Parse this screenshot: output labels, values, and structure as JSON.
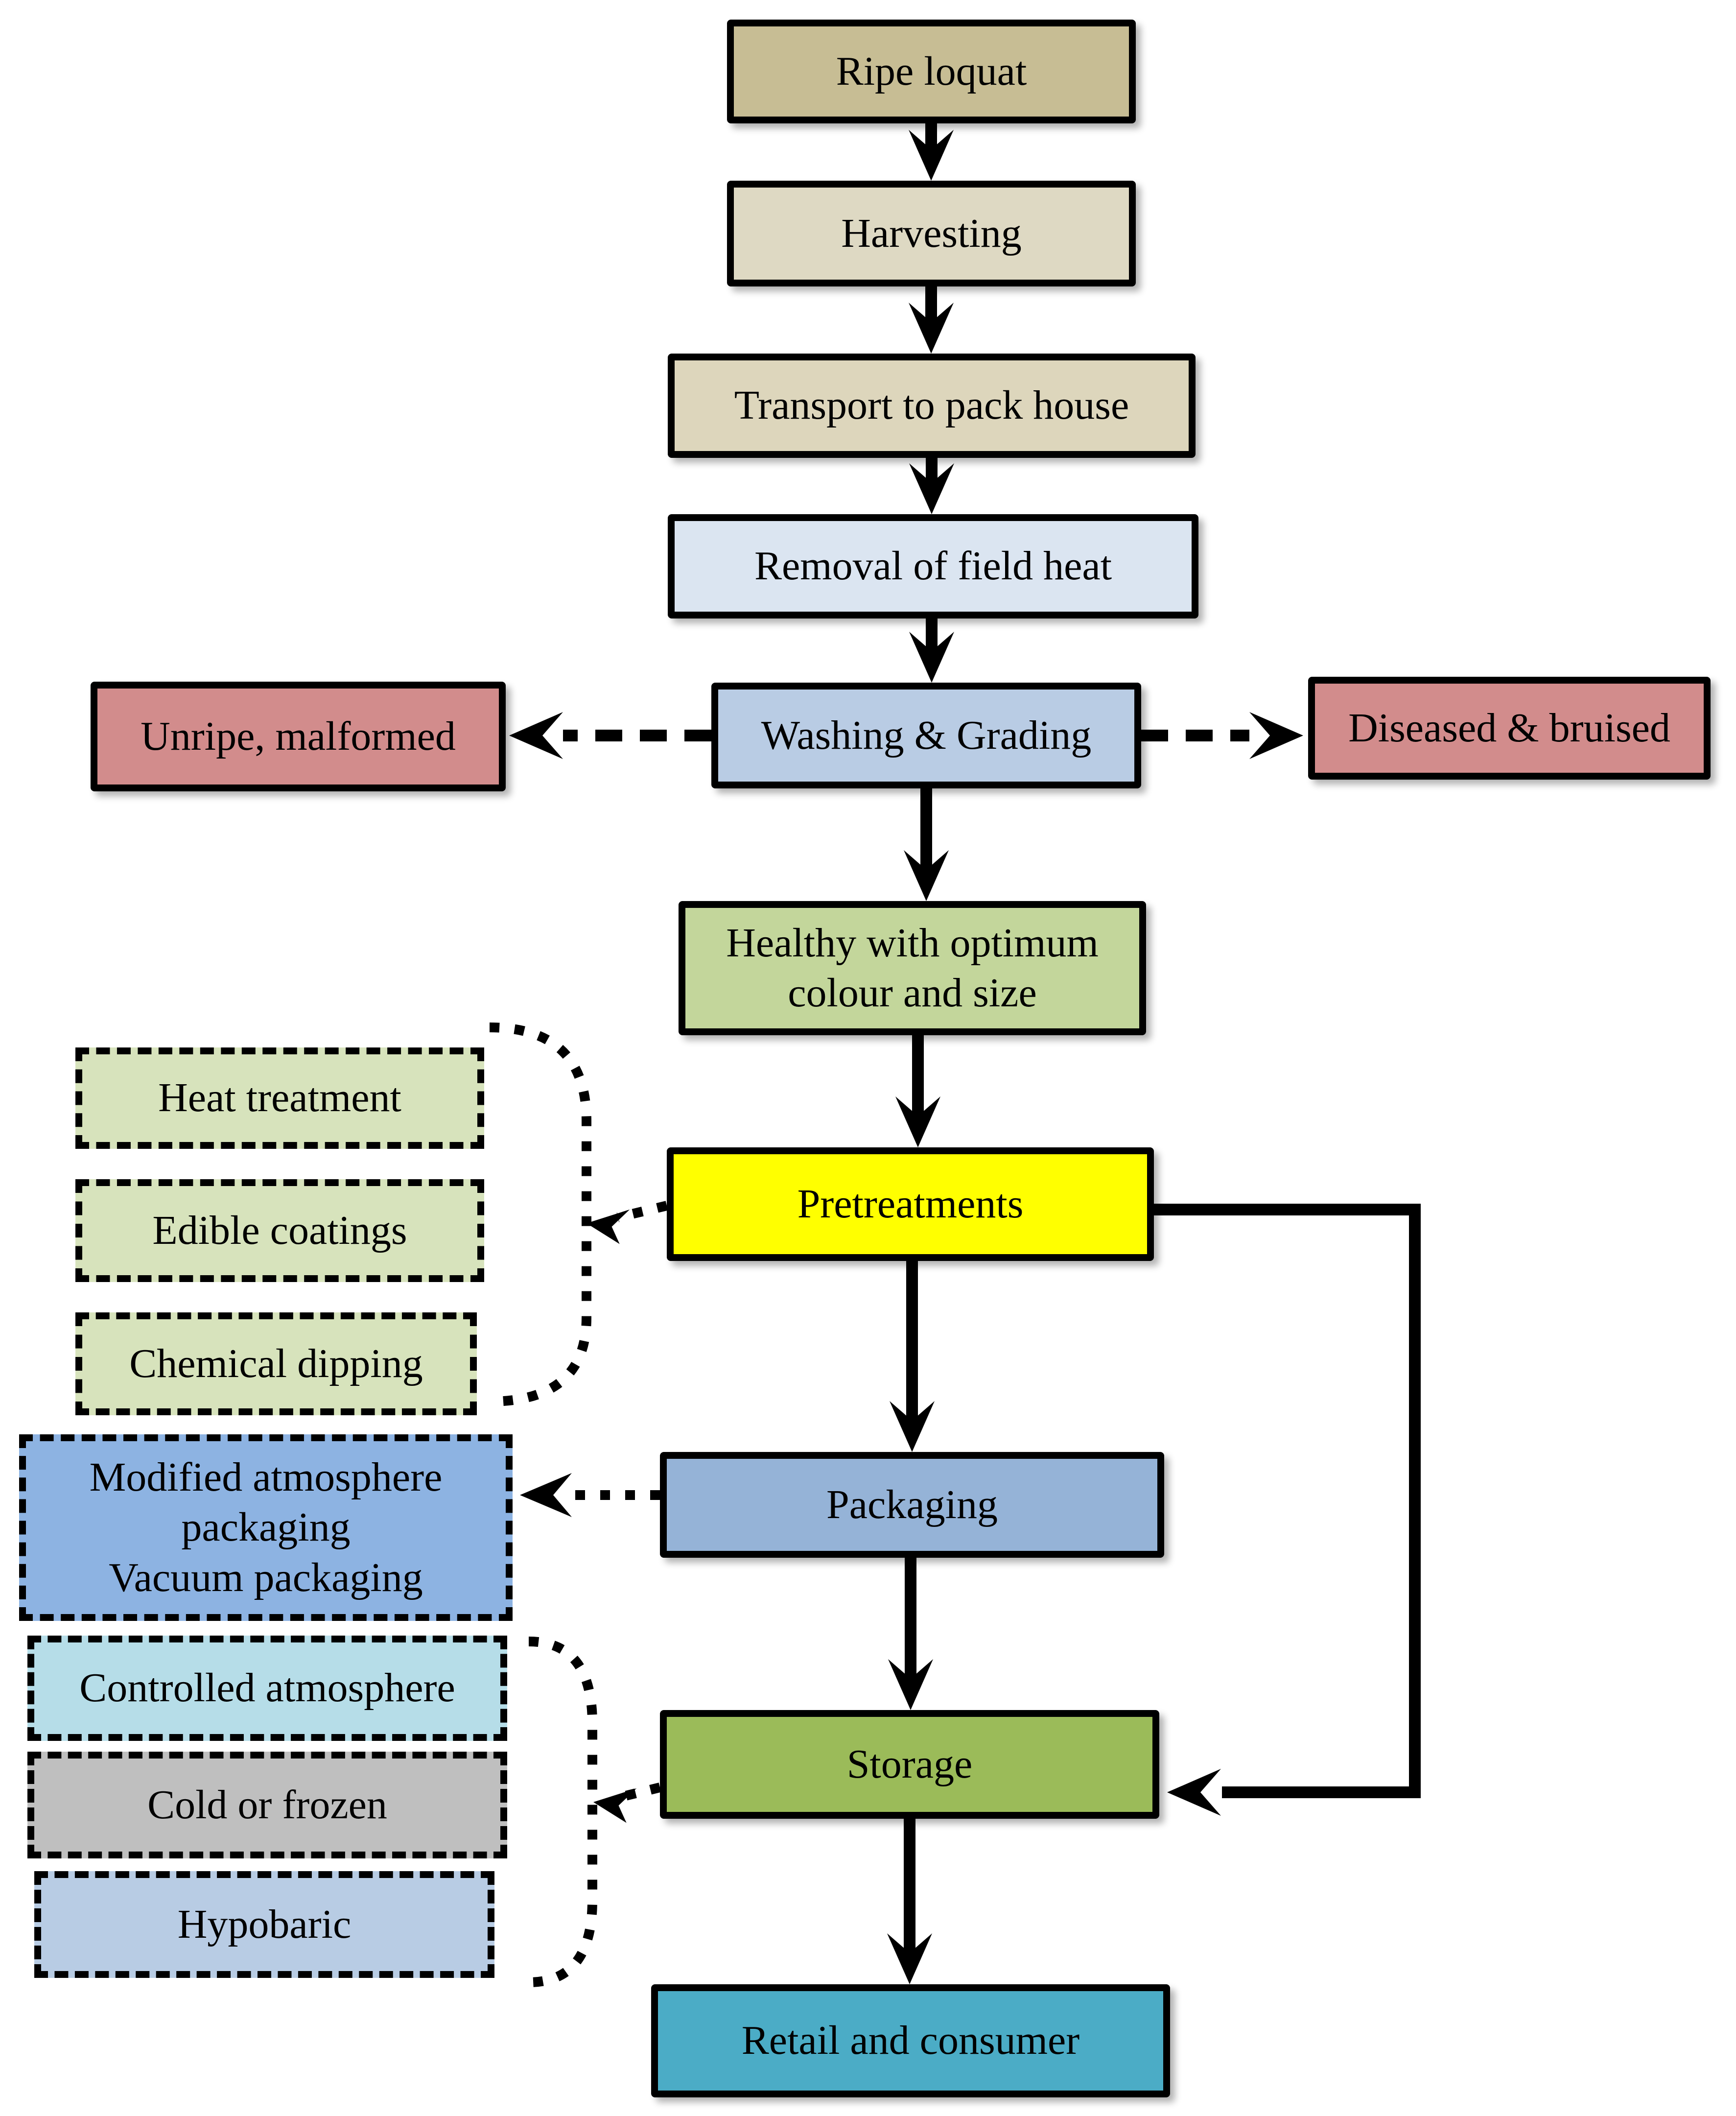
{
  "diagram": {
    "subject": "Postharvest handling flowchart of ripe loquat",
    "nodes": {
      "ripe_loquat": {
        "label": "Ripe loquat",
        "color": "#c7bd94",
        "shape": "solid"
      },
      "harvesting": {
        "label": "Harvesting",
        "color": "#ded9c3",
        "shape": "solid"
      },
      "transport": {
        "label": "Transport to pack house",
        "color": "#ddd6bc",
        "shape": "solid"
      },
      "field_heat": {
        "label": "Removal of field heat",
        "color": "#dbe5f1",
        "shape": "solid"
      },
      "washing_grading": {
        "label": "Washing & Grading",
        "color": "#b9cce4",
        "shape": "solid"
      },
      "unripe_malformed": {
        "label": "Unripe, malformed",
        "color": "#d28c8c",
        "shape": "solid"
      },
      "diseased_bruised": {
        "label": "Diseased & bruised",
        "color": "#d28c8c",
        "shape": "solid"
      },
      "healthy": {
        "label": "Healthy with optimum colour and size",
        "color": "#c3d69b",
        "shape": "solid"
      },
      "heat_treatment": {
        "label": "Heat treatment",
        "color": "#d7e3bc",
        "shape": "dashed"
      },
      "edible_coatings": {
        "label": "Edible coatings",
        "color": "#d7e3bc",
        "shape": "dashed"
      },
      "chemical_dipping": {
        "label": "Chemical dipping",
        "color": "#d7e3bc",
        "shape": "dashed"
      },
      "pretreatments": {
        "label": "Pretreatments",
        "color": "#ffff00",
        "shape": "solid"
      },
      "modified_atmosphere": {
        "label": "Modified atmosphere packaging",
        "label2": "Vacuum packaging",
        "color": "#8db3e2",
        "shape": "dashed"
      },
      "packaging": {
        "label": "Packaging",
        "color": "#95b3d7",
        "shape": "solid"
      },
      "controlled_atmosphere": {
        "label": "Controlled atmosphere",
        "color": "#b6dde8",
        "shape": "dashed"
      },
      "cold_frozen": {
        "label": "Cold or frozen",
        "color": "#bfbfbf",
        "shape": "dashed"
      },
      "hypobaric": {
        "label": "Hypobaric",
        "color": "#b8cce4",
        "shape": "dashed"
      },
      "storage": {
        "label": "Storage",
        "color": "#9bbb59",
        "shape": "solid"
      },
      "retail": {
        "label": "Retail and consumer",
        "color": "#4bacc6",
        "shape": "solid"
      }
    },
    "edges": [
      {
        "from": "ripe_loquat",
        "to": "harvesting",
        "style": "solid-arrow"
      },
      {
        "from": "harvesting",
        "to": "transport",
        "style": "solid-arrow"
      },
      {
        "from": "transport",
        "to": "field_heat",
        "style": "solid-arrow"
      },
      {
        "from": "field_heat",
        "to": "washing_grading",
        "style": "solid-arrow"
      },
      {
        "from": "washing_grading",
        "to": "unripe_malformed",
        "style": "dashed-arrow"
      },
      {
        "from": "washing_grading",
        "to": "diseased_bruised",
        "style": "dashed-arrow"
      },
      {
        "from": "washing_grading",
        "to": "healthy",
        "style": "solid-arrow"
      },
      {
        "from": "healthy",
        "to": "pretreatments",
        "style": "solid-arrow"
      },
      {
        "from": "pretreatments",
        "to": "packaging",
        "style": "solid-arrow"
      },
      {
        "from": "pretreatments",
        "to": "storage",
        "style": "solid-elbow-arrow"
      },
      {
        "from": "pretreatments",
        "to": "pretreatment-options-bracket",
        "style": "dotted-arrow",
        "bracket_members": [
          "heat_treatment",
          "edible_coatings",
          "chemical_dipping"
        ]
      },
      {
        "from": "packaging",
        "to": "modified_atmosphere",
        "style": "dotted-arrow"
      },
      {
        "from": "packaging",
        "to": "storage",
        "style": "solid-arrow"
      },
      {
        "from": "storage",
        "to": "storage-options-bracket",
        "style": "dotted-arrow",
        "bracket_members": [
          "controlled_atmosphere",
          "cold_frozen",
          "hypobaric"
        ]
      },
      {
        "from": "storage",
        "to": "retail",
        "style": "solid-arrow"
      }
    ],
    "line_color": "#000000",
    "background": "#ffffff"
  }
}
